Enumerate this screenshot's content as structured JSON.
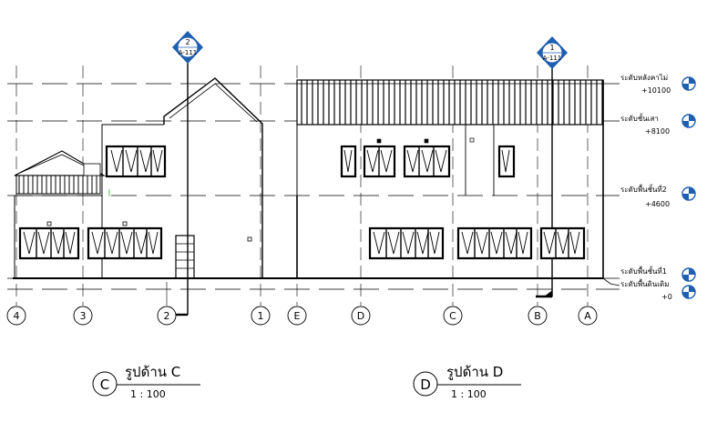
{
  "levels": [
    {
      "name": "ระดับหลังคาไม่",
      "value": "+10100"
    },
    {
      "name": "ระดับชั้นเสา",
      "value": "+8100"
    },
    {
      "name": "ระดับพื้นชั้นที่2",
      "value": "+4600"
    },
    {
      "name": "ระดับพื้นชั้นที่1",
      "value": ""
    },
    {
      "name": "ระดับพื้นดินเดิม",
      "value": "+0"
    }
  ],
  "grids": [
    "4",
    "3",
    "2",
    "1",
    "E",
    "D",
    "C",
    "B",
    "A"
  ],
  "section_markers": [
    {
      "number": "2",
      "sheet": "A-111"
    },
    {
      "number": "1",
      "sheet": "A-111"
    }
  ],
  "views": [
    {
      "letter": "C",
      "title": "รูปด้าน C",
      "scale": "1 : 100"
    },
    {
      "letter": "D",
      "title": "รูปด้าน D",
      "scale": "1 : 100"
    }
  ],
  "colors": {
    "line": "#000000",
    "marker": "#1f5fb0",
    "accent": "#ffffff"
  }
}
